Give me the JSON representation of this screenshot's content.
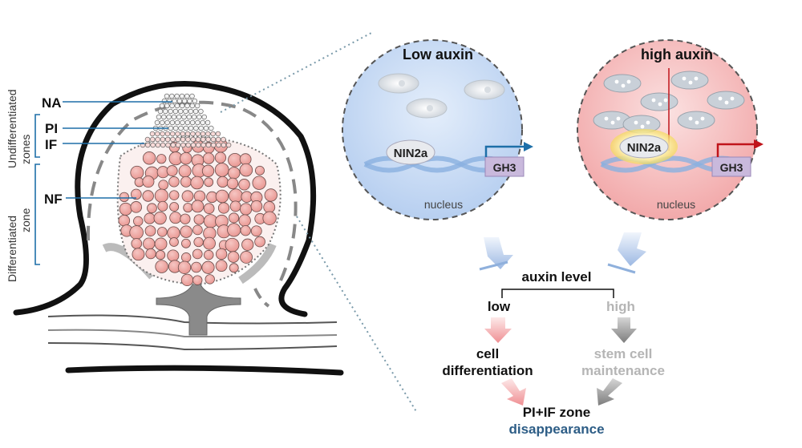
{
  "nodule": {
    "labels": {
      "na": "NA",
      "pi": "PI",
      "if": "IF",
      "nf": "NF"
    },
    "zones": {
      "undiff_line1": "Undifferentiated",
      "undiff_line2": "zones",
      "diff_line1": "Differentiated",
      "diff_line2": "zone"
    }
  },
  "low_panel": {
    "title": "Low auxin",
    "protein": "NIN2a",
    "gene": "GH3",
    "compartment": "nucleus"
  },
  "high_panel": {
    "title": "high auxin",
    "protein": "NIN2a",
    "gene": "GH3",
    "compartment": "nucleus"
  },
  "flow": {
    "header": "auxin level",
    "low": "low",
    "high": "high",
    "low_outcome_line1": "cell",
    "low_outcome_line2": "differentiation",
    "high_outcome_line1": "stem cell",
    "high_outcome_line2": "maintenance",
    "final_line1": "PI+IF zone",
    "final_line2": "disappearance"
  },
  "colors": {
    "cell_pink": "#efaaa6",
    "low_bg": "#cfe0f5",
    "high_bg": "#f6c2c2",
    "arrow_blue": "#1e6fa8",
    "arrow_red": "#c0141a",
    "final_text": "#2d5d86",
    "faded_text": "#b5b5b5"
  }
}
